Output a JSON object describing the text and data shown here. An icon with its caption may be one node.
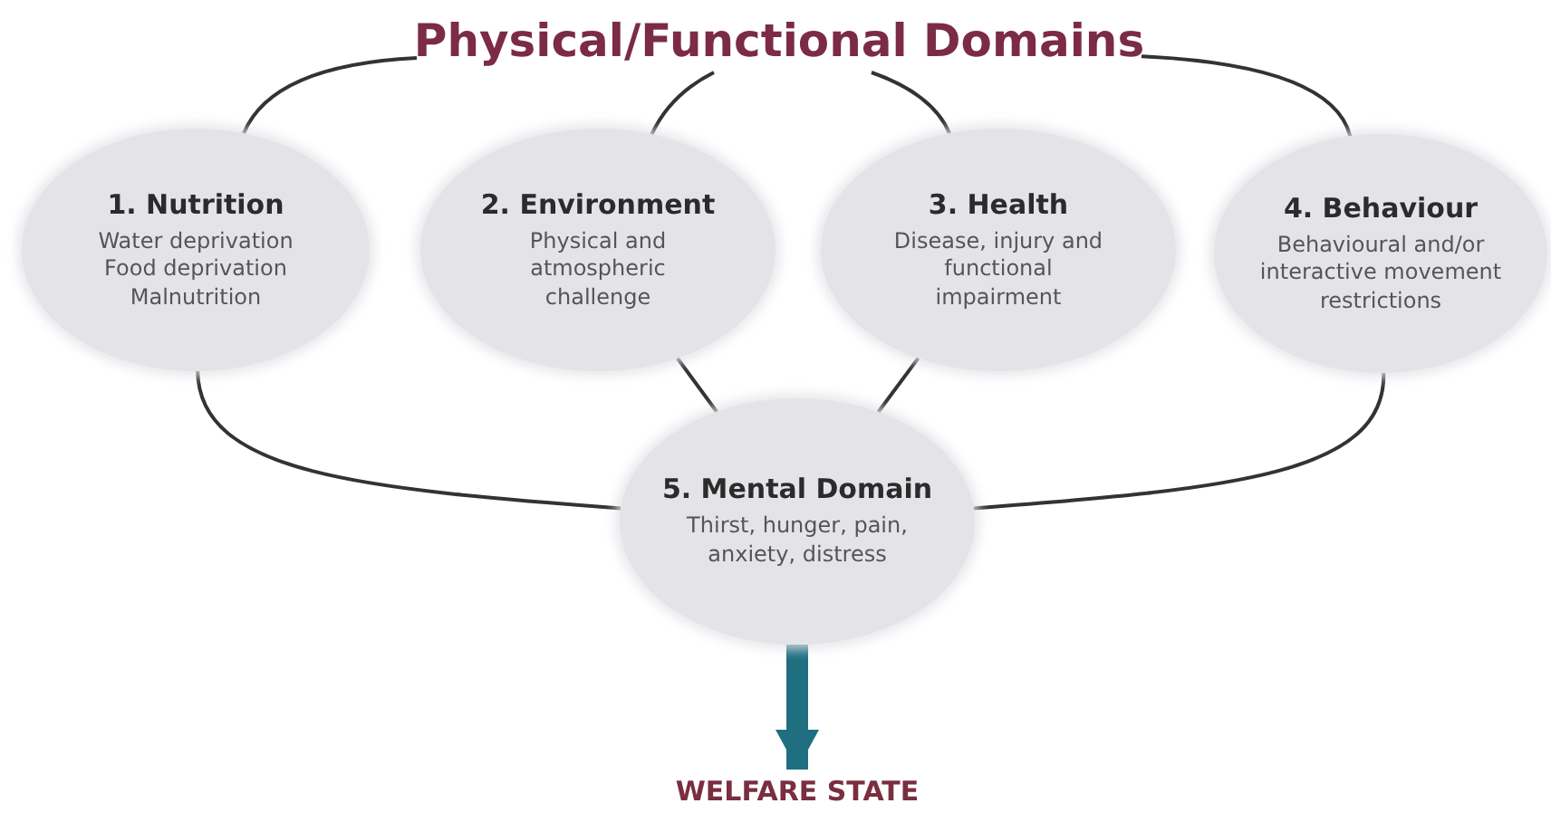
{
  "diagram": {
    "nodes": [
      {
        "text": [
          "Physical/Functional Domains"
        ]
      },
      {
        "text": [
          "1. Nutrition",
          "Water deprivation Food deprivation Malnutrition"
        ]
      },
      {
        "text": [
          "2. Environment",
          "Physical and atmospheric challenge"
        ]
      },
      {
        "text": [
          "3. Health",
          "Disease, injury and functional impairment"
        ]
      },
      {
        "text": [
          "4. Behaviour",
          "Behavioural and/or interactive movement restrictions"
        ]
      },
      {
        "text": [
          "5. Mental Domain",
          "Thirst, hunger, pain, anxiety, distress"
        ]
      },
      {
        "text": [
          "WELFARE STATE"
        ]
      }
    ],
    "edges": [
      {
        "from": 0,
        "to": 1,
        "arrow": "none"
      },
      {
        "from": 0,
        "to": 2,
        "arrow": "none"
      },
      {
        "from": 0,
        "to": 3,
        "arrow": "none"
      },
      {
        "from": 0,
        "to": 4,
        "arrow": "none"
      },
      {
        "from": 1,
        "to": 5,
        "arrow": "none"
      },
      {
        "from": 2,
        "to": 5,
        "arrow": "none"
      },
      {
        "from": 3,
        "to": 5,
        "arrow": "none"
      },
      {
        "from": 4,
        "to": 5,
        "arrow": "none"
      },
      {
        "from": 5,
        "to": 6,
        "arrow": "to",
        "style": "thick",
        "color": "#1f6f80"
      }
    ]
  }
}
